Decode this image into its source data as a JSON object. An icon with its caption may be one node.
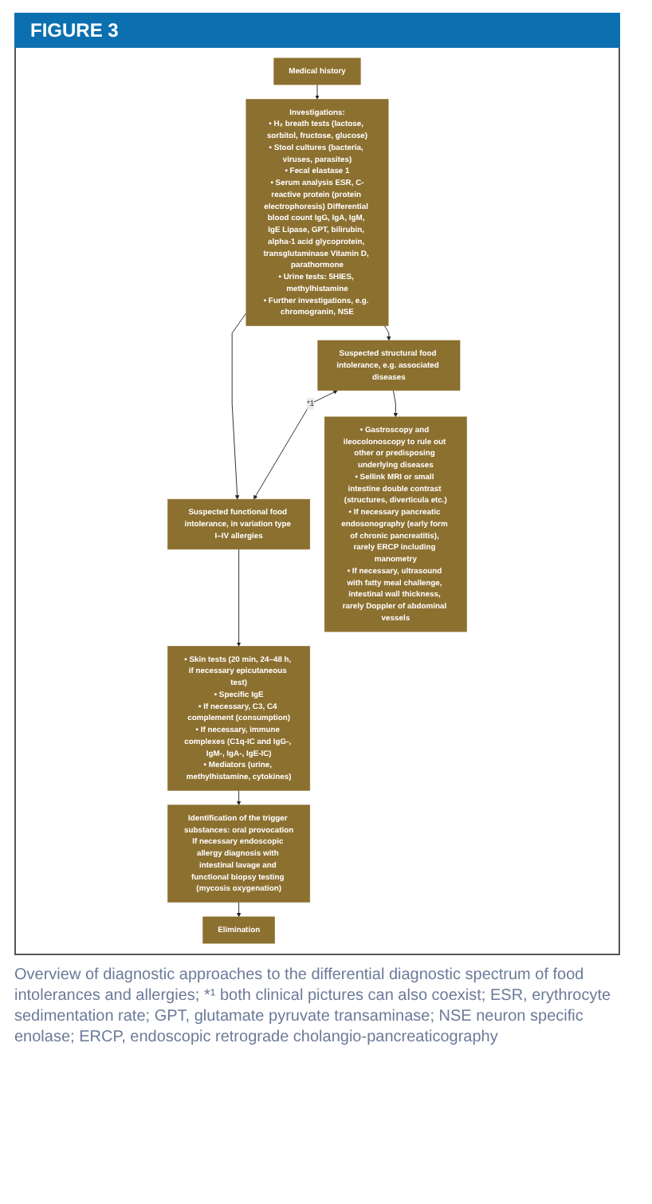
{
  "diagram": {
    "title": "FIGURE 3",
    "nodes": [
      {
        "text": [
          "Medical history"
        ]
      },
      {
        "text": [
          "Investigations:",
          "• H₂ breath tests (lactose, sorbitol, fructose, glucose)",
          "• Stool cultures (bacteria, viruses, parasites)",
          "• Fecal elastase 1",
          "• Serum analysis ESR, C-reactive protein (protein electrophoresis) Differential blood count IgG, IgA, IgM, IgE Lipase, GPT, bilirubin, alpha-1 acid glycoprotein, transglutaminase Vitamin D, parathormone",
          "• Urine tests: 5HIES, methylhistamine",
          "• Further investigations, e.g. chromogranin, NSE"
        ]
      },
      {
        "text": [
          "Suspected structural food intolerance, e.g. associated diseases"
        ]
      },
      {
        "text": [
          "Suspected functional food intolerance, in variation type I–IV allergies"
        ]
      },
      {
        "text": [
          "• Gastroscopy and ileocolonoscopy to rule out other or predisposing underlying diseases",
          "• Sellink MRI or small intestine double contrast (structures, diverticula etc.)",
          "• If necessary pancreatic endosonography (early form of chronic pancreatitis), rarely ERCP including manometry",
          "• If necessary, ultrasound with fatty meal challenge, intestinal wall thickness, rarely Doppler of abdominal vessels"
        ]
      },
      {
        "text": [
          "• Skin tests (20 min, 24–48 h, if necessary epicutaneous test)",
          "• Specific IgE",
          "• If necessary, C3, C4 complement (consumption)",
          "• If necessary, immune complexes (C1q-IC and IgG-, IgM-, IgA-, IgE-IC)",
          "• Mediators (urine, methylhistamine, cytokines)"
        ]
      },
      {
        "text": [
          "Identification of the trigger substances: oral provocation",
          "If necessary endoscopic allergy diagnosis with intestinal lavage and functional biopsy testing (mycosis oxygenation)"
        ]
      },
      {
        "text": [
          "Elimination"
        ]
      }
    ],
    "edges": [
      {
        "from": 0,
        "to": 1,
        "arrow": "to"
      },
      {
        "from": 1,
        "to": 2,
        "arrow": "to"
      },
      {
        "from": 1,
        "to": 3,
        "arrow": "to"
      },
      {
        "from": 2,
        "to": 3,
        "arrow": "both",
        "label": "*1"
      },
      {
        "from": 2,
        "to": 4,
        "arrow": "to"
      },
      {
        "from": 3,
        "to": 5,
        "arrow": "to"
      },
      {
        "from": 5,
        "to": 6,
        "arrow": "to"
      },
      {
        "from": 6,
        "to": 7,
        "arrow": "to"
      }
    ],
    "caption": "Overview of diagnostic approaches to the differential diagnostic spectrum of food intolerances and allergies; *¹ both clinical pictures can also coexist; ESR, erythrocyte sedimentation rate; GPT, glutamate pyruvate transaminase; NSE neuron specific enolase; ERCP, endoscopic retrograde cholangio-pancreaticography"
  }
}
